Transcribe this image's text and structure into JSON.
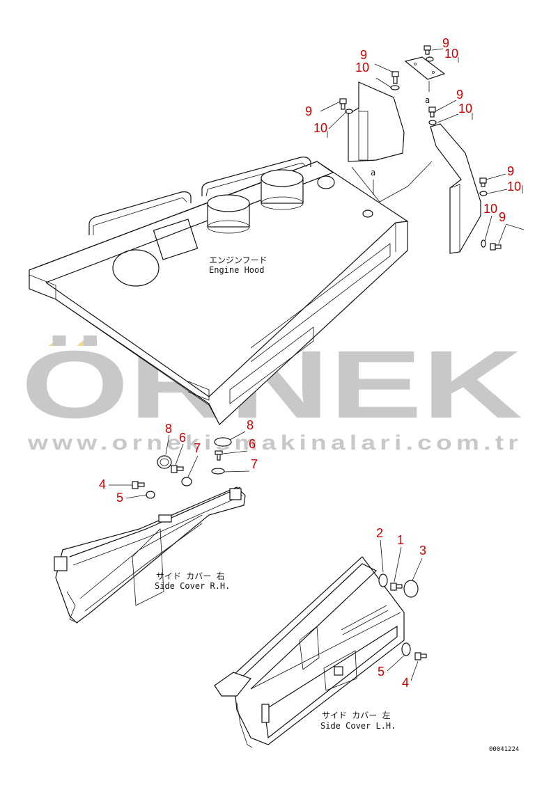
{
  "captions": {
    "engine_hood_jp": "エンジンフード",
    "engine_hood_en": "Engine Hood",
    "side_cover_rh_jp": "サイド カバー 右",
    "side_cover_rh_en": "Side Cover R.H.",
    "side_cover_lh_jp": "サイド カバー 左",
    "side_cover_lh_en": "Side Cover L.H."
  },
  "reference_marks": {
    "a": "a"
  },
  "callouts": {
    "hood_top_plate_bolt": "9",
    "hood_top_plate_washer": "10",
    "hood_left_bracket_bolt": "9",
    "hood_left_bracket_washer": "10",
    "hood_left_side_bolt": "9",
    "hood_left_side_washer": "10",
    "hood_right_bracket_bolt": "9",
    "hood_right_bracket_washer": "10",
    "hood_right_side_bolt_upper": "9",
    "hood_right_side_washer_upper": "10",
    "hood_right_side_washer_lower": "10",
    "hood_right_side_bolt_lower": "9",
    "rh_cap_left": "8",
    "rh_bolt_left": "6",
    "rh_washer_left": "7",
    "rh_cap_right": "8",
    "rh_bolt_right": "6",
    "rh_washer_right": "7",
    "rh_bolt_small": "4",
    "rh_washer_small": "5",
    "lh_washer_top": "2",
    "lh_bolt_top": "1",
    "lh_cap": "3",
    "lh_washer_bottom": "5",
    "lh_bolt_bottom": "4"
  },
  "drawing_code": "00041224",
  "watermark": {
    "brand": "ÖRNEK",
    "url": "www.ornekismakinalari.com.tr",
    "color": "#c8c8c8",
    "accent": "#f3d98a"
  },
  "label_color": "#cc0000"
}
